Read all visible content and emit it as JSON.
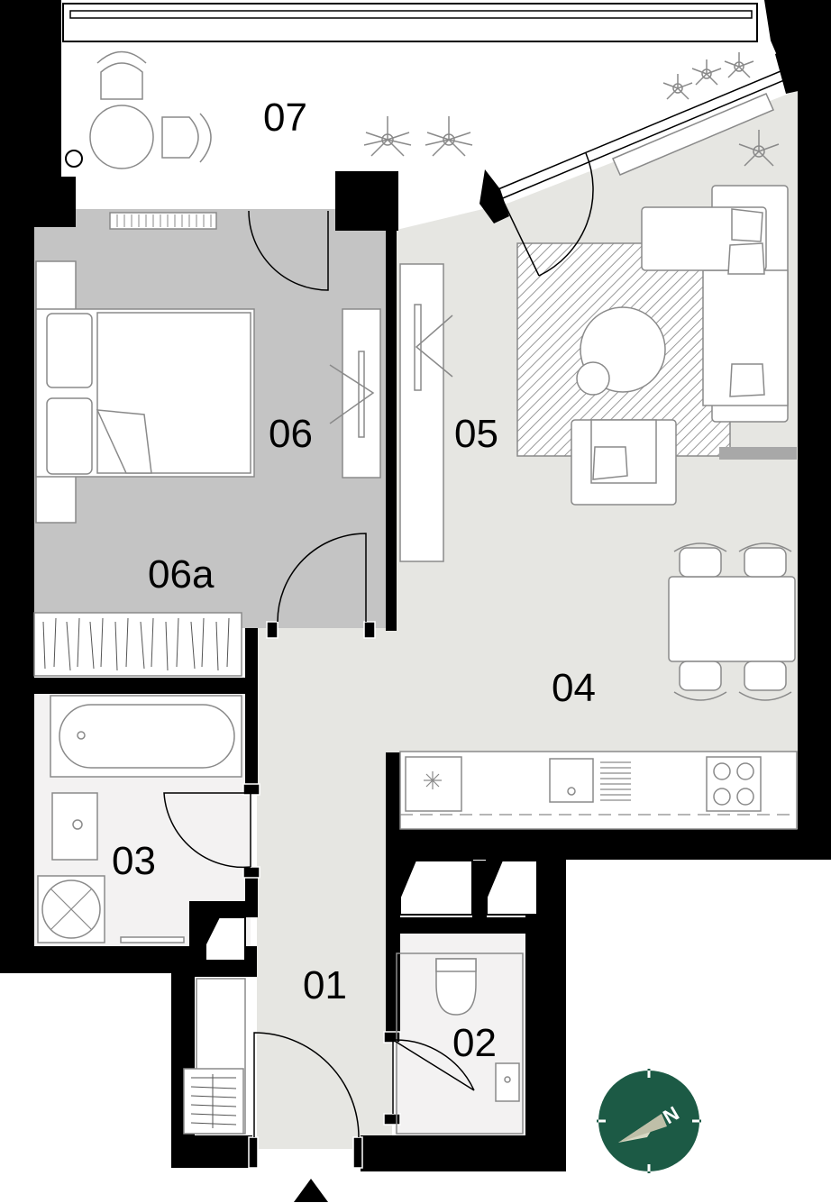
{
  "plan": {
    "rooms": [
      {
        "id": "01",
        "label": "01"
      },
      {
        "id": "02",
        "label": "02"
      },
      {
        "id": "03",
        "label": "03"
      },
      {
        "id": "04",
        "label": "04"
      },
      {
        "id": "05",
        "label": "05"
      },
      {
        "id": "06",
        "label": "06"
      },
      {
        "id": "06a",
        "label": "06a"
      },
      {
        "id": "07",
        "label": "07"
      }
    ],
    "compass": {
      "letter": "N"
    },
    "entrance_marker": "triangle-up-icon",
    "colors": {
      "wall": "#000000",
      "bedroom_floor": "#c4c4c4",
      "living_floor": "#e6e6e2",
      "bath_floor": "#f3f2f2",
      "compass_fill": "#1c5a45",
      "compass_needle": "#d8d8c4"
    }
  }
}
